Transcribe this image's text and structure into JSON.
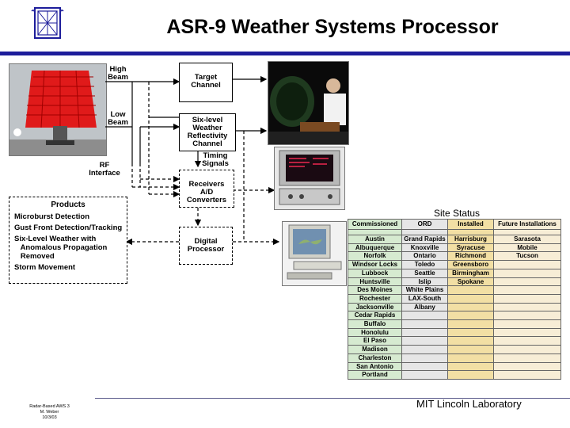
{
  "title": "ASR-9 Weather Systems Processor",
  "diagram": {
    "labels": {
      "high_beam": "High\nBeam",
      "low_beam": "Low\nBeam",
      "rf_interface": "RF\nInterface",
      "target_channel": "Target\nChannel",
      "six_level": "Six-level\nWeather\nReflectivity\nChannel",
      "timing": "Timing\nSignals",
      "receivers": "Receivers\nA/D Converters",
      "digital": "Digital\nProcessor"
    },
    "products": {
      "heading": "Products",
      "items": [
        "Microburst Detection",
        "Gust Front Detection/Tracking",
        "Six-Level Weather with\n   Anomalous Propagation\n   Removed",
        "Storm Movement"
      ]
    }
  },
  "site_status": {
    "title": "Site Status",
    "columns": [
      "Commissioned",
      "ORD",
      "Installed",
      "Future Installations"
    ],
    "column_colors": [
      "#d6ead0",
      "#e6e6e6",
      "#f2dfa4",
      "#f7edd6"
    ],
    "rows": [
      [
        "Austin",
        "Grand Rapids",
        "Harrisburg",
        "Sarasota"
      ],
      [
        "Albuquerque",
        "Knoxville",
        "Syracuse",
        "Mobile"
      ],
      [
        "Norfolk",
        "Ontario",
        "Richmond",
        "Tucson"
      ],
      [
        "Windsor Locks",
        "Toledo",
        "Greensboro",
        ""
      ],
      [
        "Lubbock",
        "Seattle",
        "Birmingham",
        ""
      ],
      [
        "Huntsville",
        "Islip",
        "Spokane",
        ""
      ],
      [
        "Des Moines",
        "White Plains",
        "",
        ""
      ],
      [
        "Rochester",
        "LAX-South",
        "",
        ""
      ],
      [
        "Jacksonville",
        "Albany",
        "",
        ""
      ],
      [
        "Cedar Rapids",
        "",
        "",
        ""
      ],
      [
        "Buffalo",
        "",
        "",
        ""
      ],
      [
        "Honolulu",
        "",
        "",
        ""
      ],
      [
        "El Paso",
        "",
        "",
        ""
      ],
      [
        "Madison",
        "",
        "",
        ""
      ],
      [
        "Charleston",
        "",
        "",
        ""
      ],
      [
        "San Antonio",
        "",
        "",
        ""
      ],
      [
        "Portland",
        "",
        "",
        ""
      ]
    ]
  },
  "footer": {
    "left_line1": "Radar-Based AWS 3",
    "left_line2": "M. Weber",
    "left_line3": "10/3/03",
    "org": "MIT Lincoln Laboratory"
  },
  "colors": {
    "accent_rule": "#1d1d9b",
    "antenna_red": "#e01a1a"
  }
}
